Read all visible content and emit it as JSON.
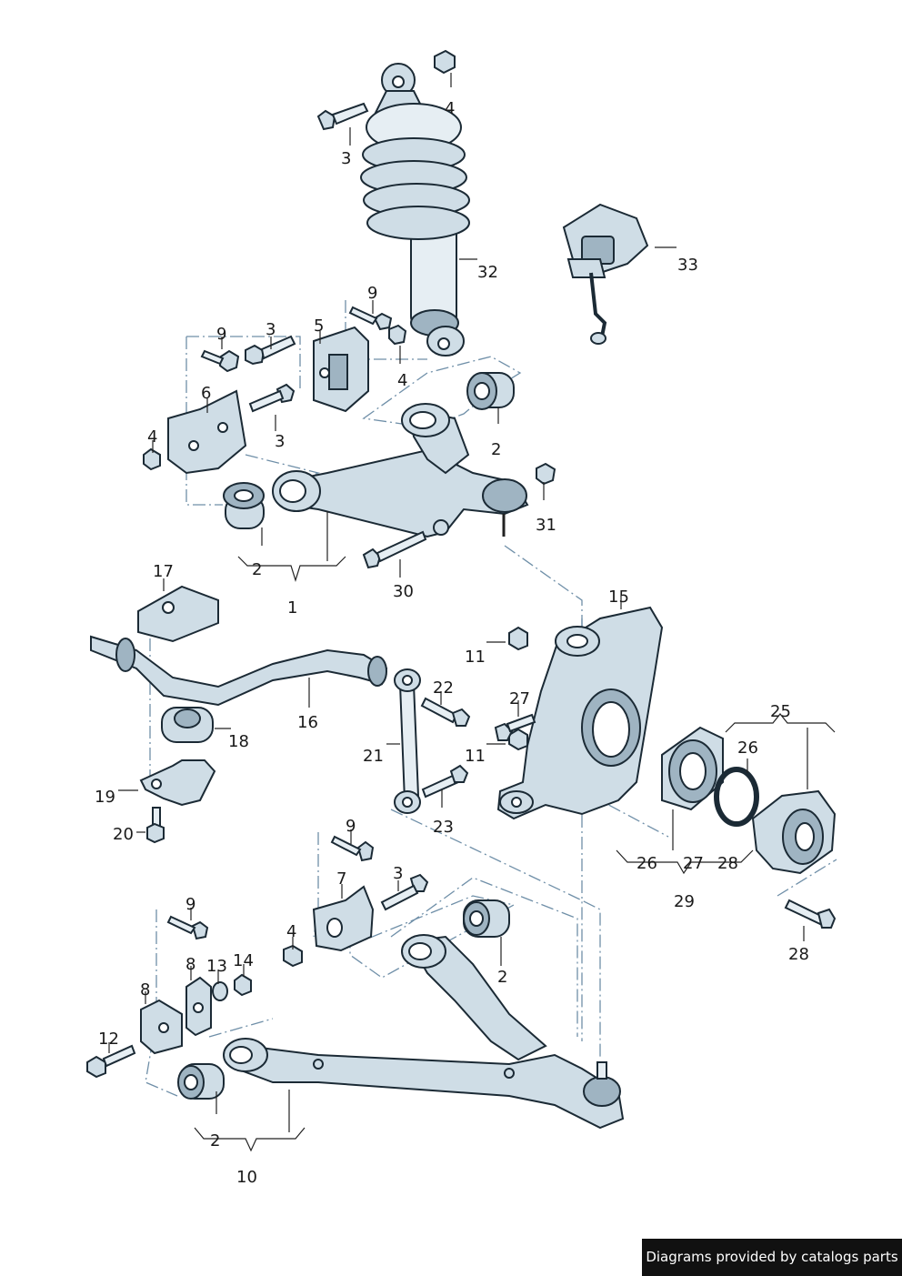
{
  "callouts": [
    "1",
    "2",
    "2",
    "2",
    "2",
    "2",
    "3",
    "3",
    "3",
    "3",
    "4",
    "4",
    "4",
    "4",
    "5",
    "6",
    "7",
    "8",
    "8",
    "9",
    "9",
    "9",
    "9",
    "10",
    "11",
    "11",
    "12",
    "13",
    "14",
    "15",
    "16",
    "17",
    "18",
    "19",
    "20",
    "21",
    "22",
    "23",
    "25",
    "26",
    "26",
    "27",
    "27",
    "28",
    "28",
    "28",
    "29",
    "30",
    "31",
    "32",
    "33"
  ],
  "footer": {
    "text": "Diagrams provided by catalogs parts"
  },
  "colors": {
    "part_fill": "#cfdde6",
    "outline": "#1b2a35",
    "dash_line": "#6f8fa8",
    "badge_bg": "#111111"
  }
}
